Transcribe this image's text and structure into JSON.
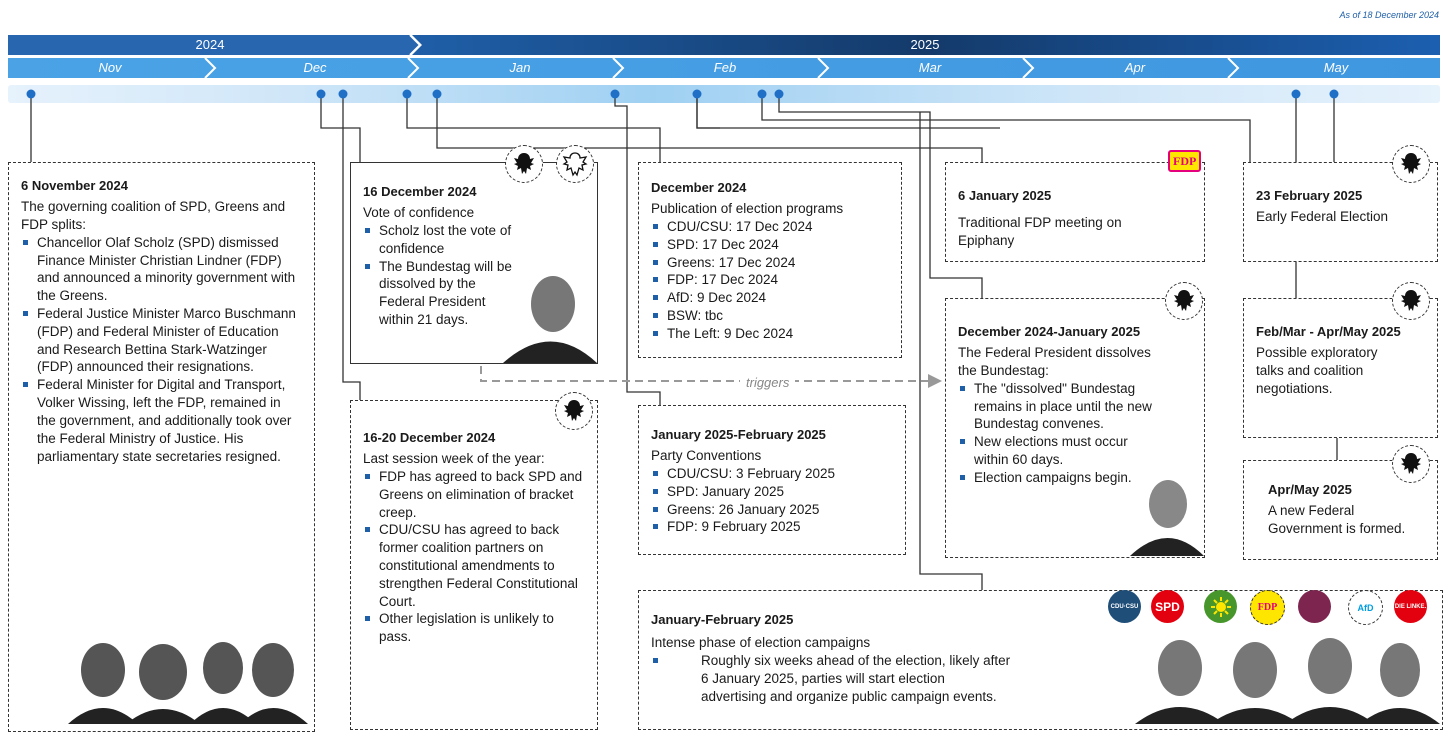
{
  "as_of": "As of 18 December 2024",
  "timeline": {
    "years": [
      "2024",
      "2025"
    ],
    "months": [
      "Nov",
      "Dec",
      "Jan",
      "Feb",
      "Mar",
      "Apr",
      "May"
    ]
  },
  "triggers_label": "triggers",
  "boxes": {
    "nov6": {
      "title": "6 November 2024",
      "intro": "The governing coalition of SPD, Greens and FDP splits:",
      "bullets": [
        "Chancellor Olaf Scholz (SPD) dismissed Finance Minister Christian Lindner (FDP) and announced a minority government with the Greens.",
        "Federal Justice Minister Marco Buschmann (FDP) and Federal Minister of Education and Research Bettina Stark-Watzinger (FDP) announced their resignations.",
        "Federal Minister for Digital and Transport, Volker Wissing, left the FDP, remained in the government, and additionally took over the Federal Ministry of Justice. His parliamentary state secretaries resigned."
      ]
    },
    "dec16": {
      "title": "16 December 2024",
      "intro": "Vote of confidence",
      "bullets": [
        "Scholz lost the vote of confidence",
        "The Bundestag will be dissolved by the Federal President within 21 days."
      ]
    },
    "dec1620": {
      "title": "16-20 December 2024",
      "intro": "Last session week of the year:",
      "bullets": [
        "FDP has agreed to back SPD and Greens on elimination of bracket creep.",
        "CDU/CSU has agreed to back former coalition partners on constitutional amendments to strengthen Federal Constitutional Court.",
        "Other legislation is unlikely to pass."
      ]
    },
    "programs": {
      "title": "December 2024",
      "intro": "Publication of election programs",
      "bullets": [
        "CDU/CSU: 17 Dec 2024",
        "SPD: 17 Dec 2024",
        "Greens: 17 Dec 2024",
        "FDP: 17 Dec 2024",
        "AfD: 9 Dec 2024",
        "BSW: tbc",
        "The Left: 9 Dec 2024"
      ]
    },
    "conventions": {
      "title": "January 2025-February 2025",
      "intro": "Party Conventions",
      "bullets": [
        "CDU/CSU: 3 February 2025",
        "SPD: January 2025",
        "Greens: 26 January 2025",
        "FDP: 9 February 2025"
      ]
    },
    "campaigns": {
      "title": "January-February 2025",
      "intro": "Intense phase of election campaigns",
      "bullets": [
        "Roughly six weeks ahead of the election, likely after 6 January 2025, parties will start election advertising and organize public campaign events."
      ]
    },
    "jan6": {
      "title": "6 January 2025",
      "intro": "Traditional FDP meeting on Epiphany"
    },
    "dissolve": {
      "title": "December 2024-January 2025",
      "intro": "The Federal President dissolves the Bundestag:",
      "bullets": [
        "The \"dissolved\" Bundestag remains in place until the new Bundestag convenes.",
        "New elections must occur within 60 days.",
        "Election campaigns begin."
      ]
    },
    "feb23": {
      "title": "23 February 2025",
      "intro": "Early Federal Election"
    },
    "talks": {
      "title": "Feb/Mar - Apr/May 2025",
      "intro": "Possible exploratory talks and coalition negotiations."
    },
    "govt": {
      "title": "Apr/May 2025",
      "intro": "A new Federal Government is formed."
    }
  },
  "party_logos": [
    {
      "label": "CDU·CSU",
      "color": "#1f4e79"
    },
    {
      "label": "SPD",
      "color": "#e3000f"
    },
    {
      "label": "",
      "color": "#46962b"
    },
    {
      "label": "FDP",
      "color": "#ffe600"
    },
    {
      "label": "",
      "color": "#7d254f"
    },
    {
      "label": "AfD",
      "color": "#ffffff"
    },
    {
      "label": "DIE LINKE.",
      "color": "#e3000f"
    }
  ],
  "fdp_badge": "FDP"
}
